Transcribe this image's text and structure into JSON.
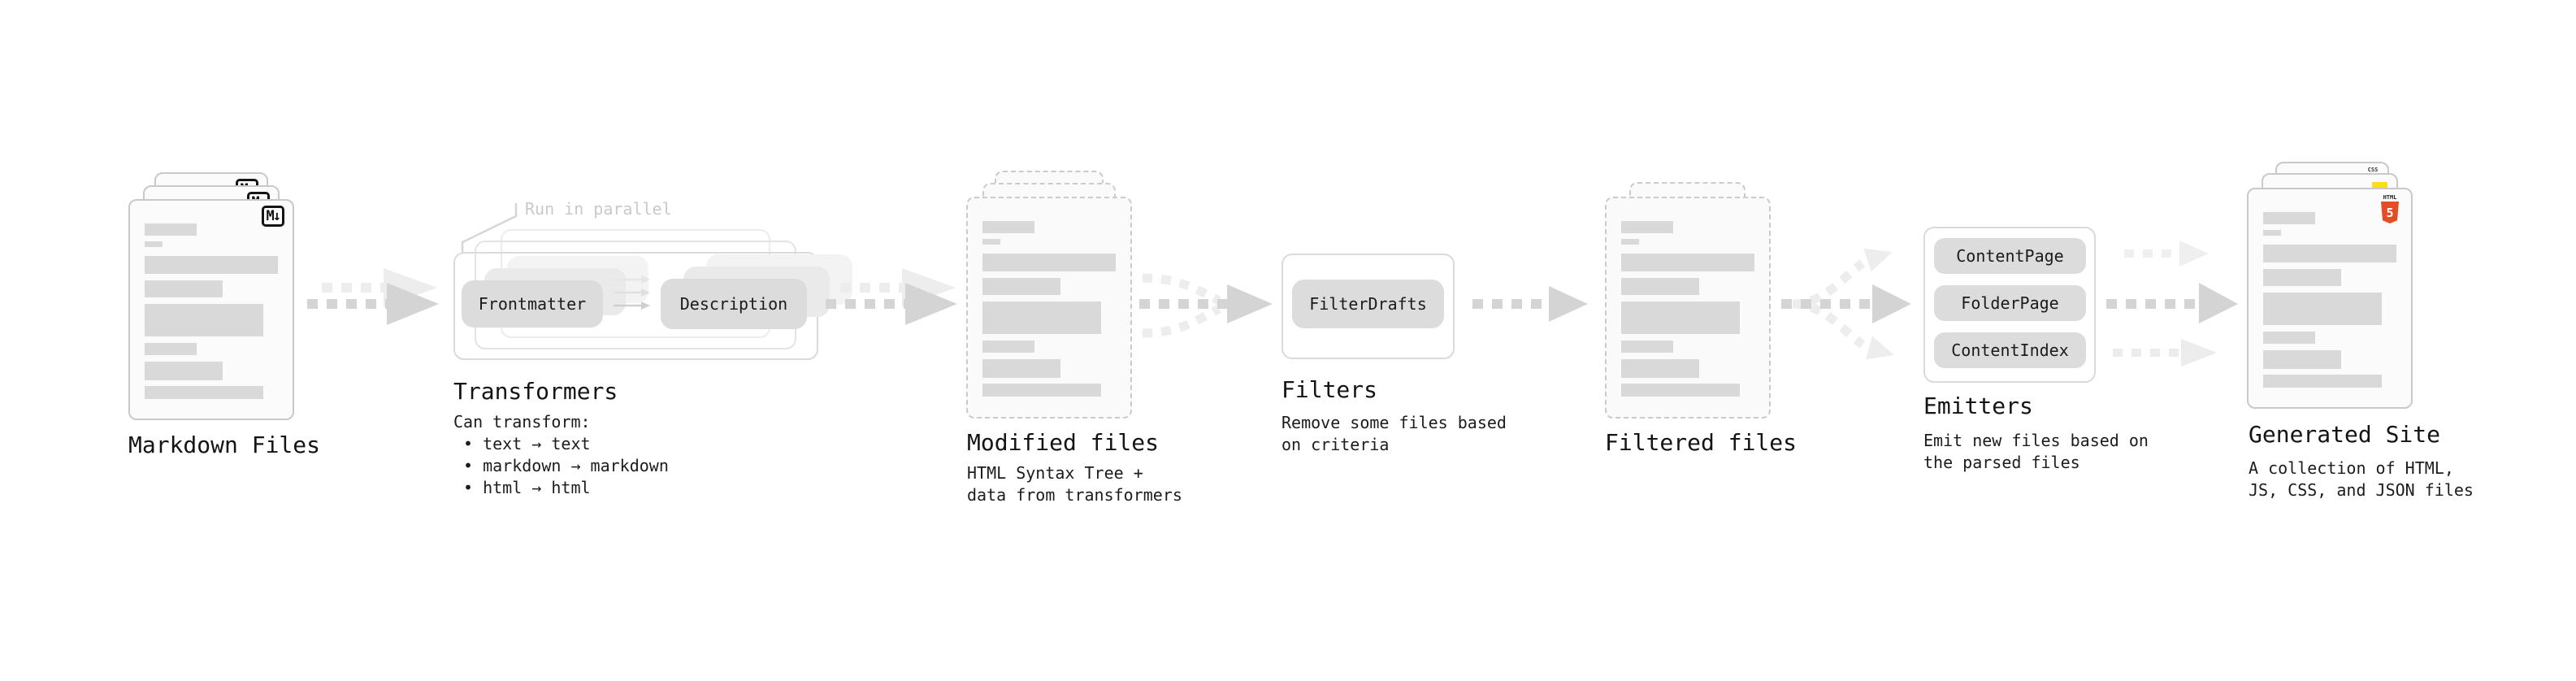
{
  "diagram": {
    "markdown": {
      "title": "Markdown Files",
      "file_icon": "M↓"
    },
    "transformers": {
      "annotation": "Run in parallel",
      "pill_left": "Frontmatter",
      "pill_right": "Description",
      "title": "Transformers",
      "caption_lines": [
        "Can transform:",
        "• text → text",
        "• markdown → markdown",
        "• html → html"
      ]
    },
    "modified": {
      "title": "Modified files",
      "caption_lines": [
        "HTML Syntax Tree +",
        "data from transformers"
      ]
    },
    "filters": {
      "pill": "FilterDrafts",
      "title": "Filters",
      "caption_lines": [
        "Remove some files based",
        "on criteria"
      ]
    },
    "filtered": {
      "title": "Filtered files"
    },
    "emitters": {
      "pills": [
        "ContentPage",
        "FolderPage",
        "ContentIndex"
      ],
      "title": "Emitters",
      "caption_lines": [
        "Emit new files based on",
        "the parsed files"
      ]
    },
    "generated": {
      "title": "Generated Site",
      "caption_lines": [
        "A collection of HTML,",
        "JS, CSS, and JSON files"
      ],
      "css_icon": "CSS",
      "html_icon_top": "HTML",
      "html_icon_number": "5"
    }
  },
  "colors": {
    "arrow_dark": "#d4d4d4",
    "arrow_light": "#ededed",
    "bar_gray": "#d9d9d9",
    "html5_orange": "#e44d26",
    "js_yellow": "#f7df1e",
    "css_blue": "#2965f1"
  }
}
